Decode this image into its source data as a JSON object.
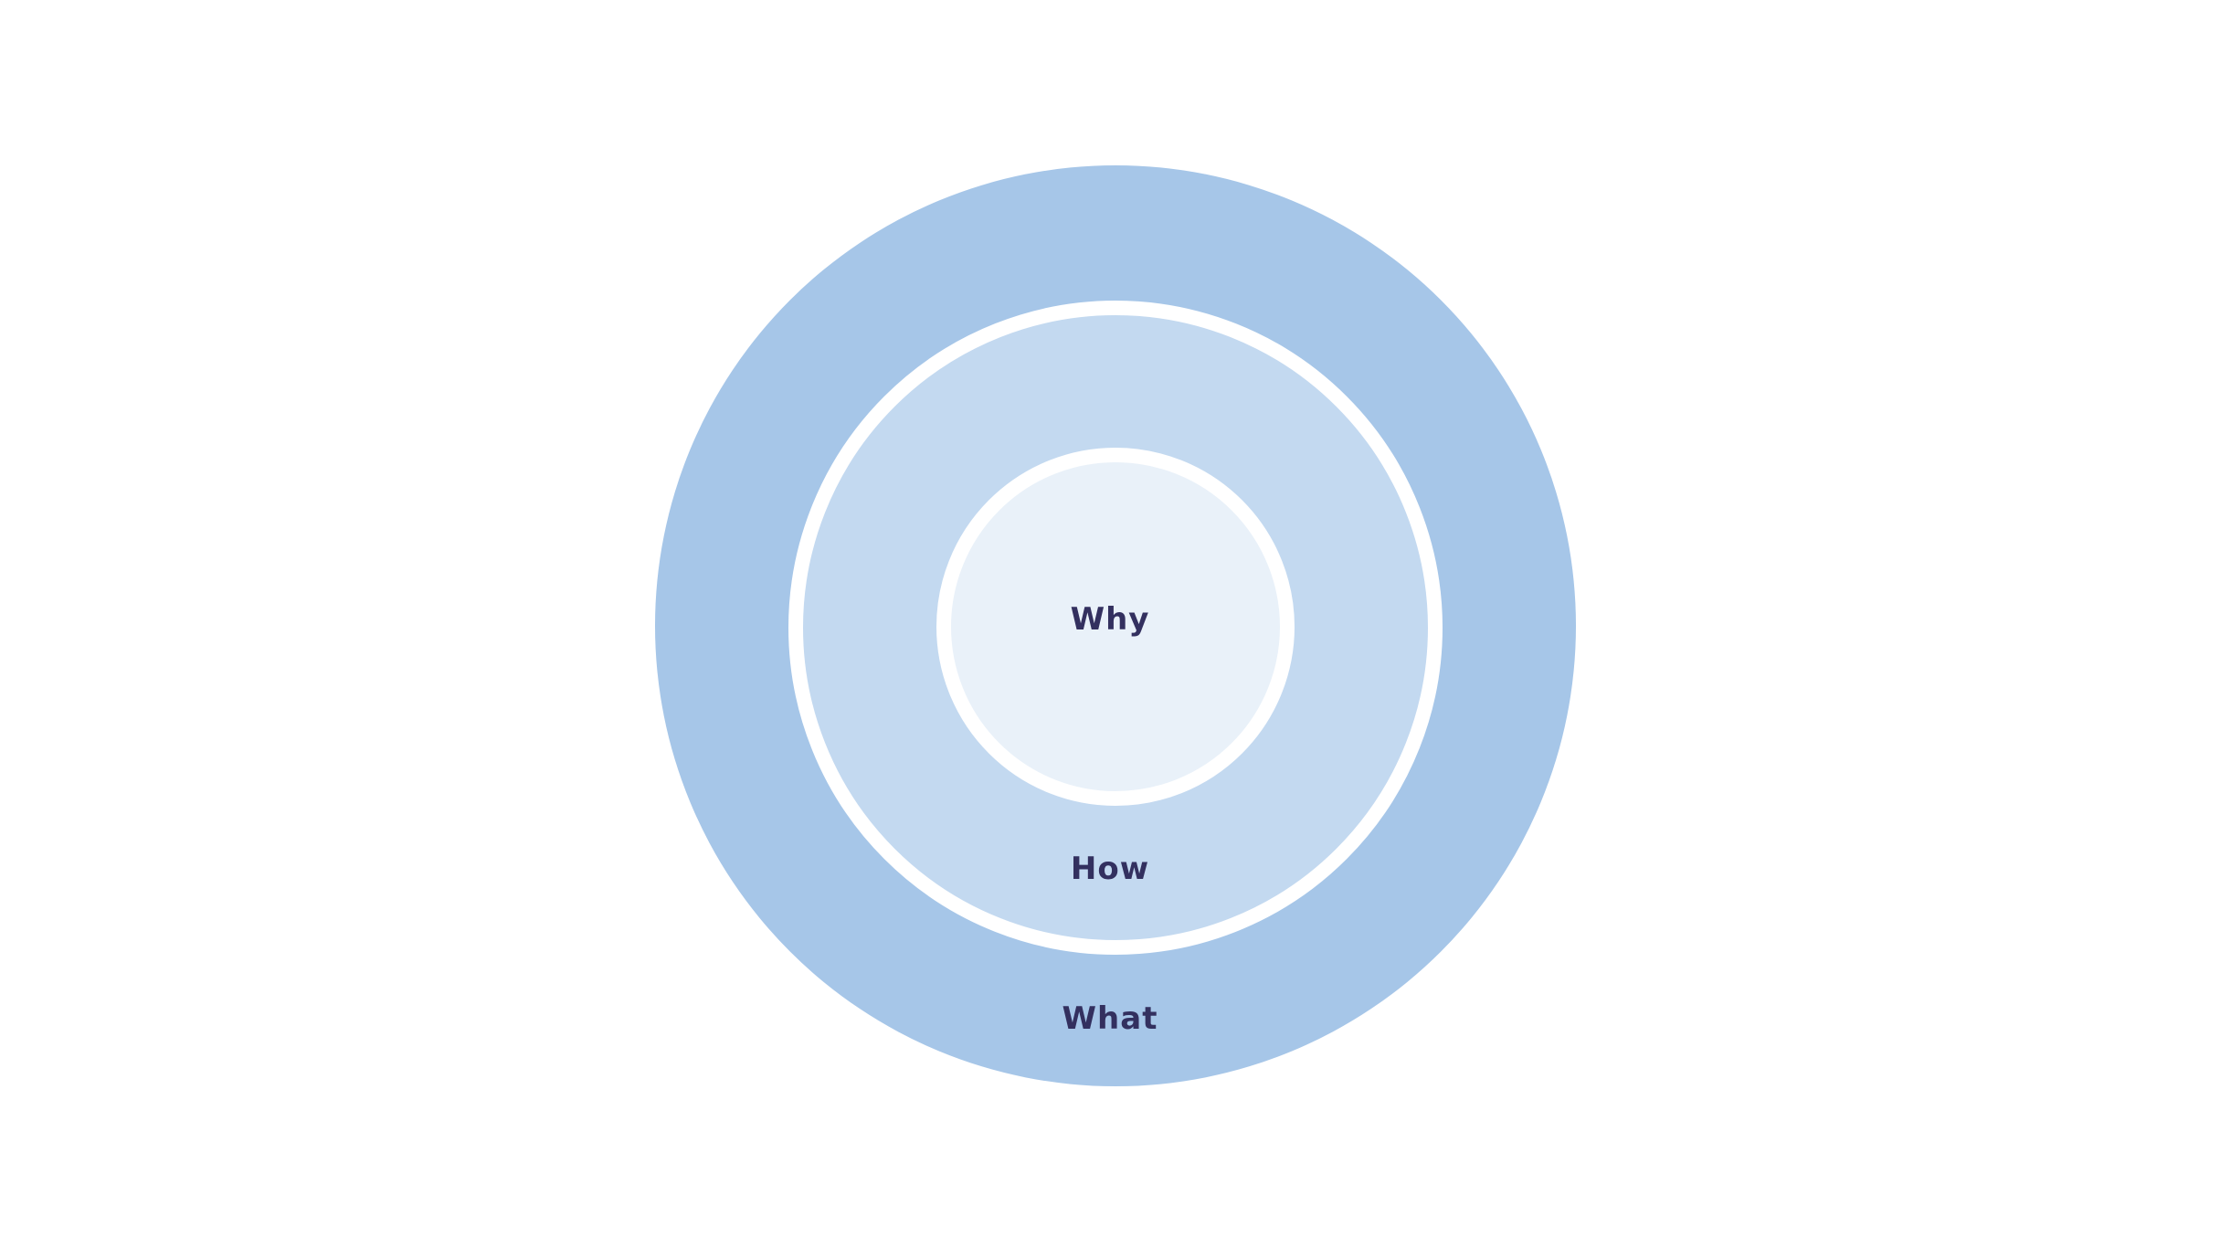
{
  "diagram": {
    "colors": {
      "background": "#ffffff",
      "outer_fill": "#a6c6e8",
      "middle_fill": "#c3d9f0",
      "inner_fill": "#e9f1f9",
      "ring_border": "#ffffff",
      "label_color": "#33305f"
    },
    "circles": {
      "inner_label": "Why",
      "middle_label": "How",
      "outer_label": "What"
    }
  }
}
